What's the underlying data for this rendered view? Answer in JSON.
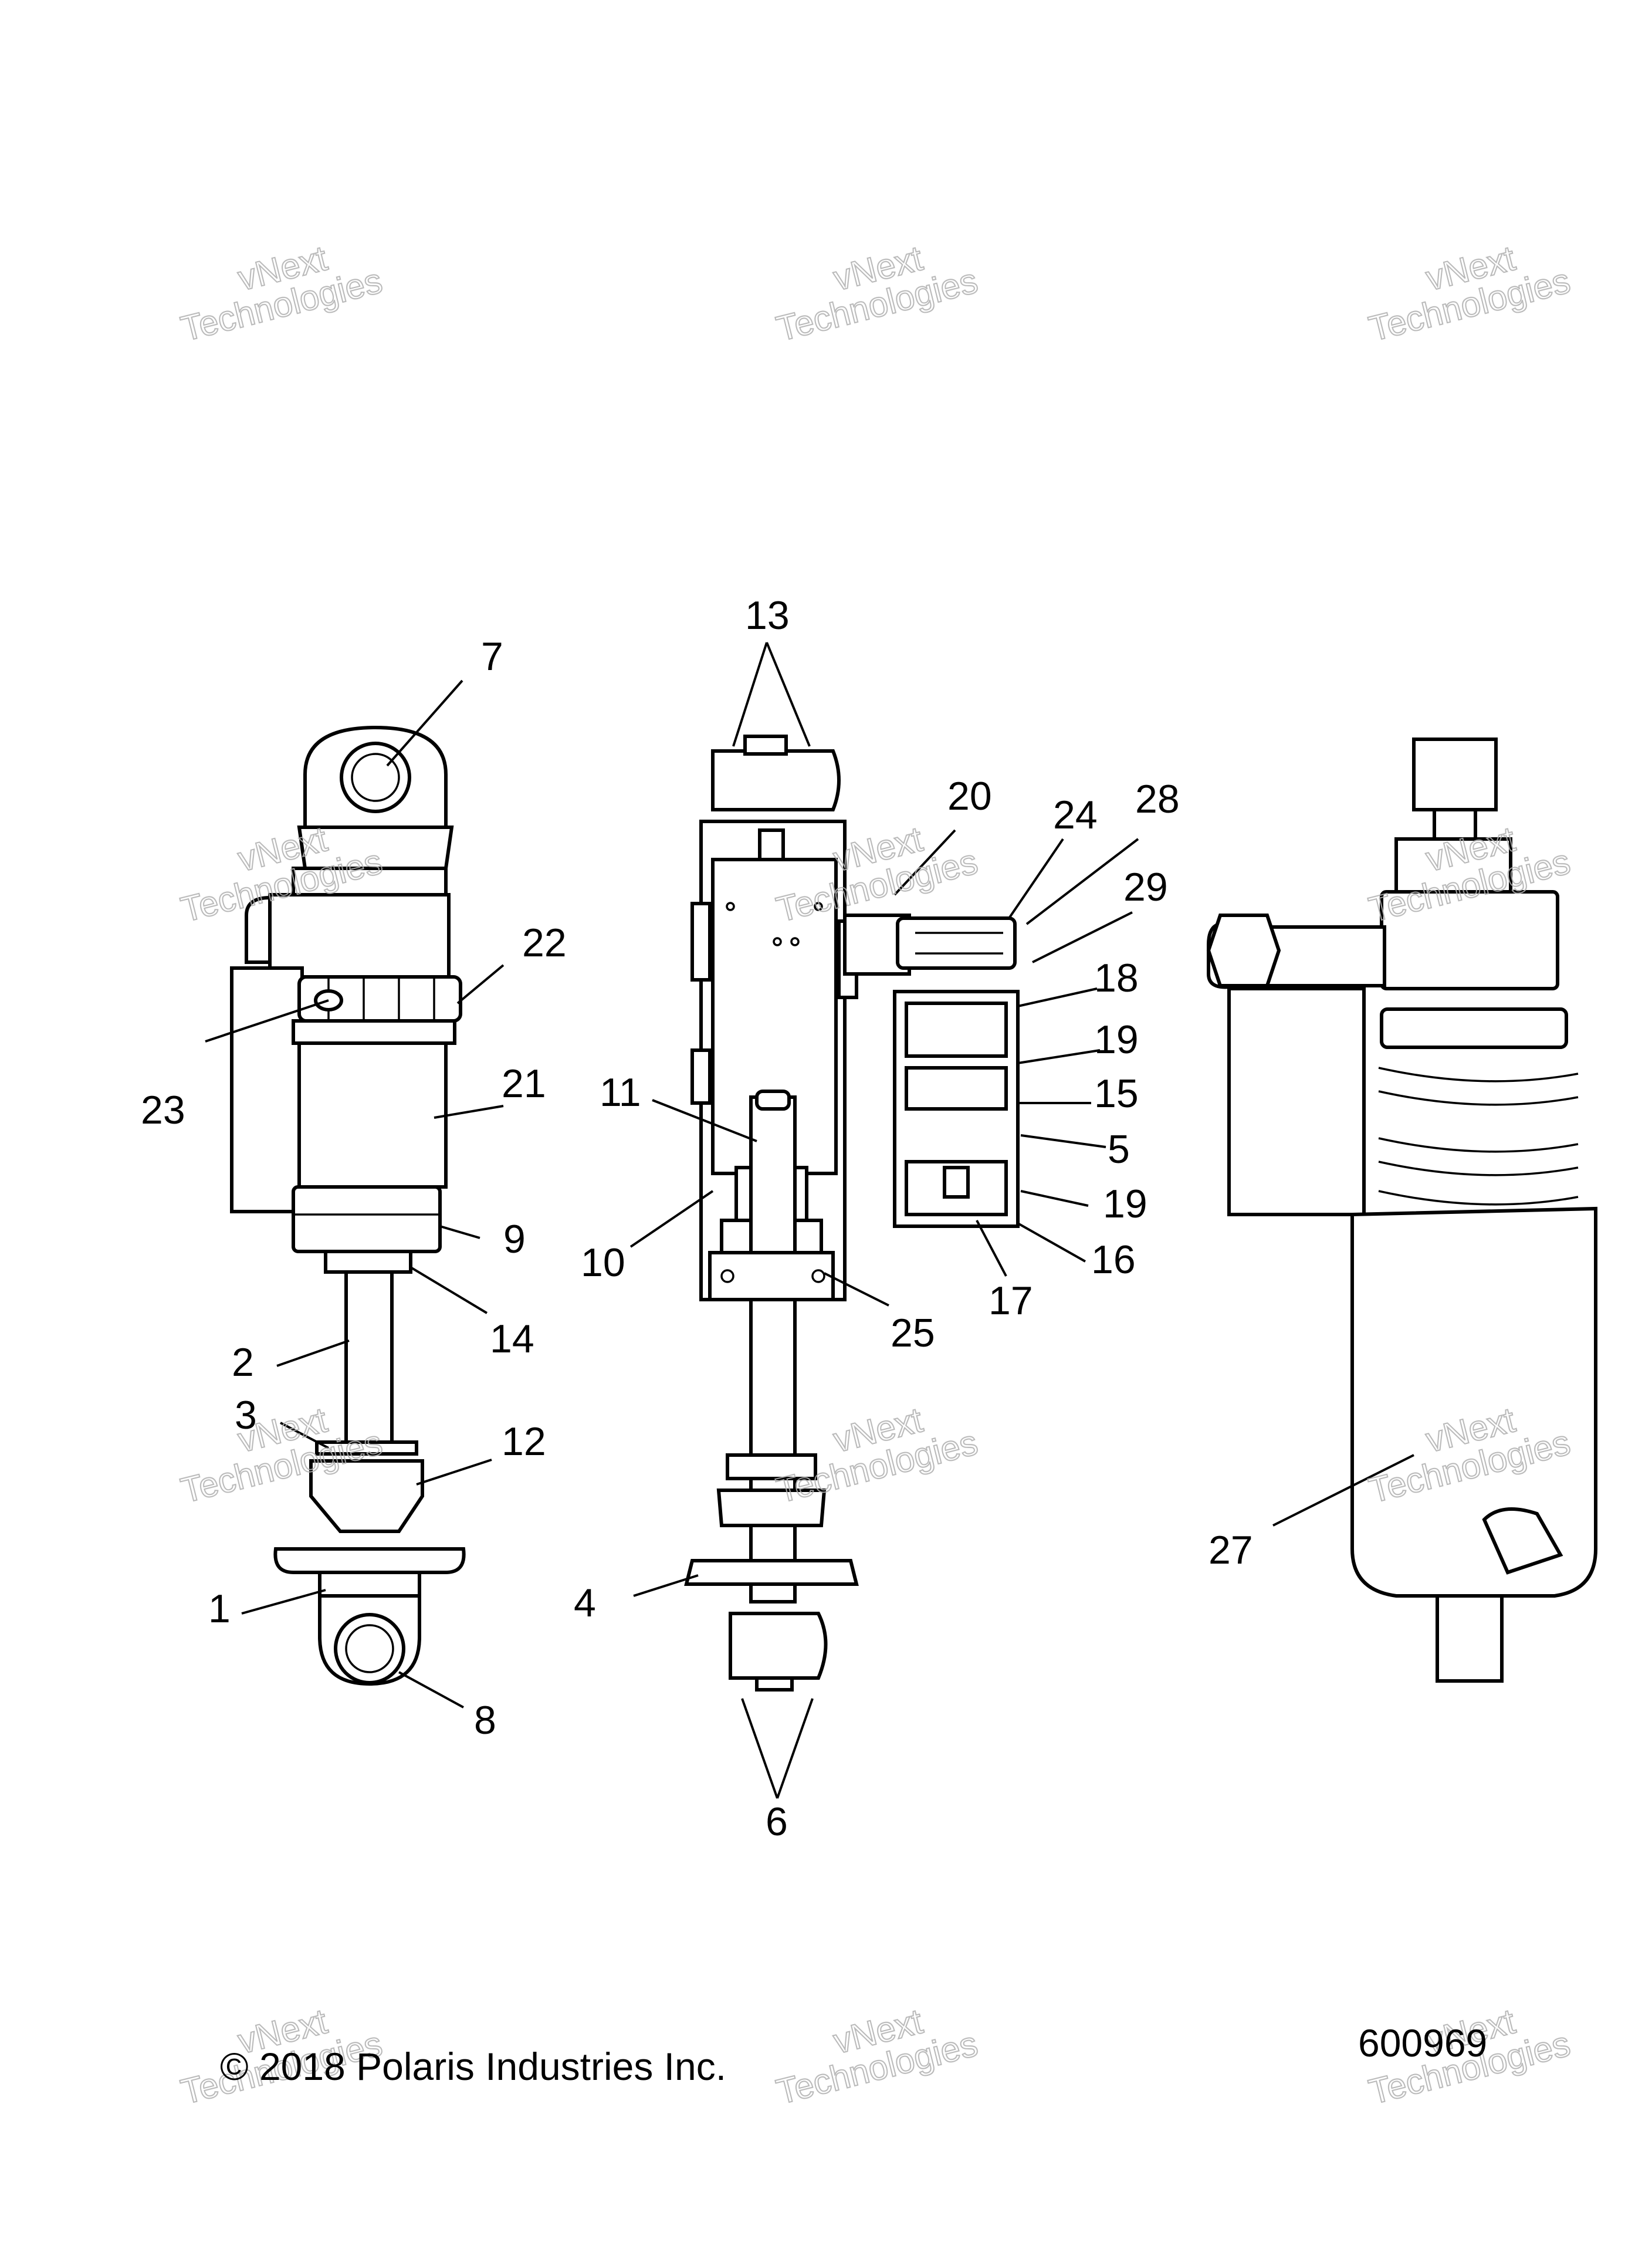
{
  "watermark": {
    "line1": "vNext",
    "line2": "Technologies"
  },
  "footer": {
    "copyright": "© 2018 Polaris Industries Inc.",
    "drawing_number": "600969"
  },
  "callouts": {
    "c1": "1",
    "c2": "2",
    "c3": "3",
    "c4": "4",
    "c5": "5",
    "c6": "6",
    "c7": "7",
    "c8": "8",
    "c9": "9",
    "c10": "10",
    "c11": "11",
    "c12": "12",
    "c13": "13",
    "c14": "14",
    "c15": "15",
    "c16": "16",
    "c17": "17",
    "c18": "18",
    "c19a": "19",
    "c19b": "19",
    "c20": "20",
    "c21": "21",
    "c22": "22",
    "c23": "23",
    "c24": "24",
    "c25": "25",
    "c27": "27",
    "c28": "28",
    "c29": "29"
  }
}
